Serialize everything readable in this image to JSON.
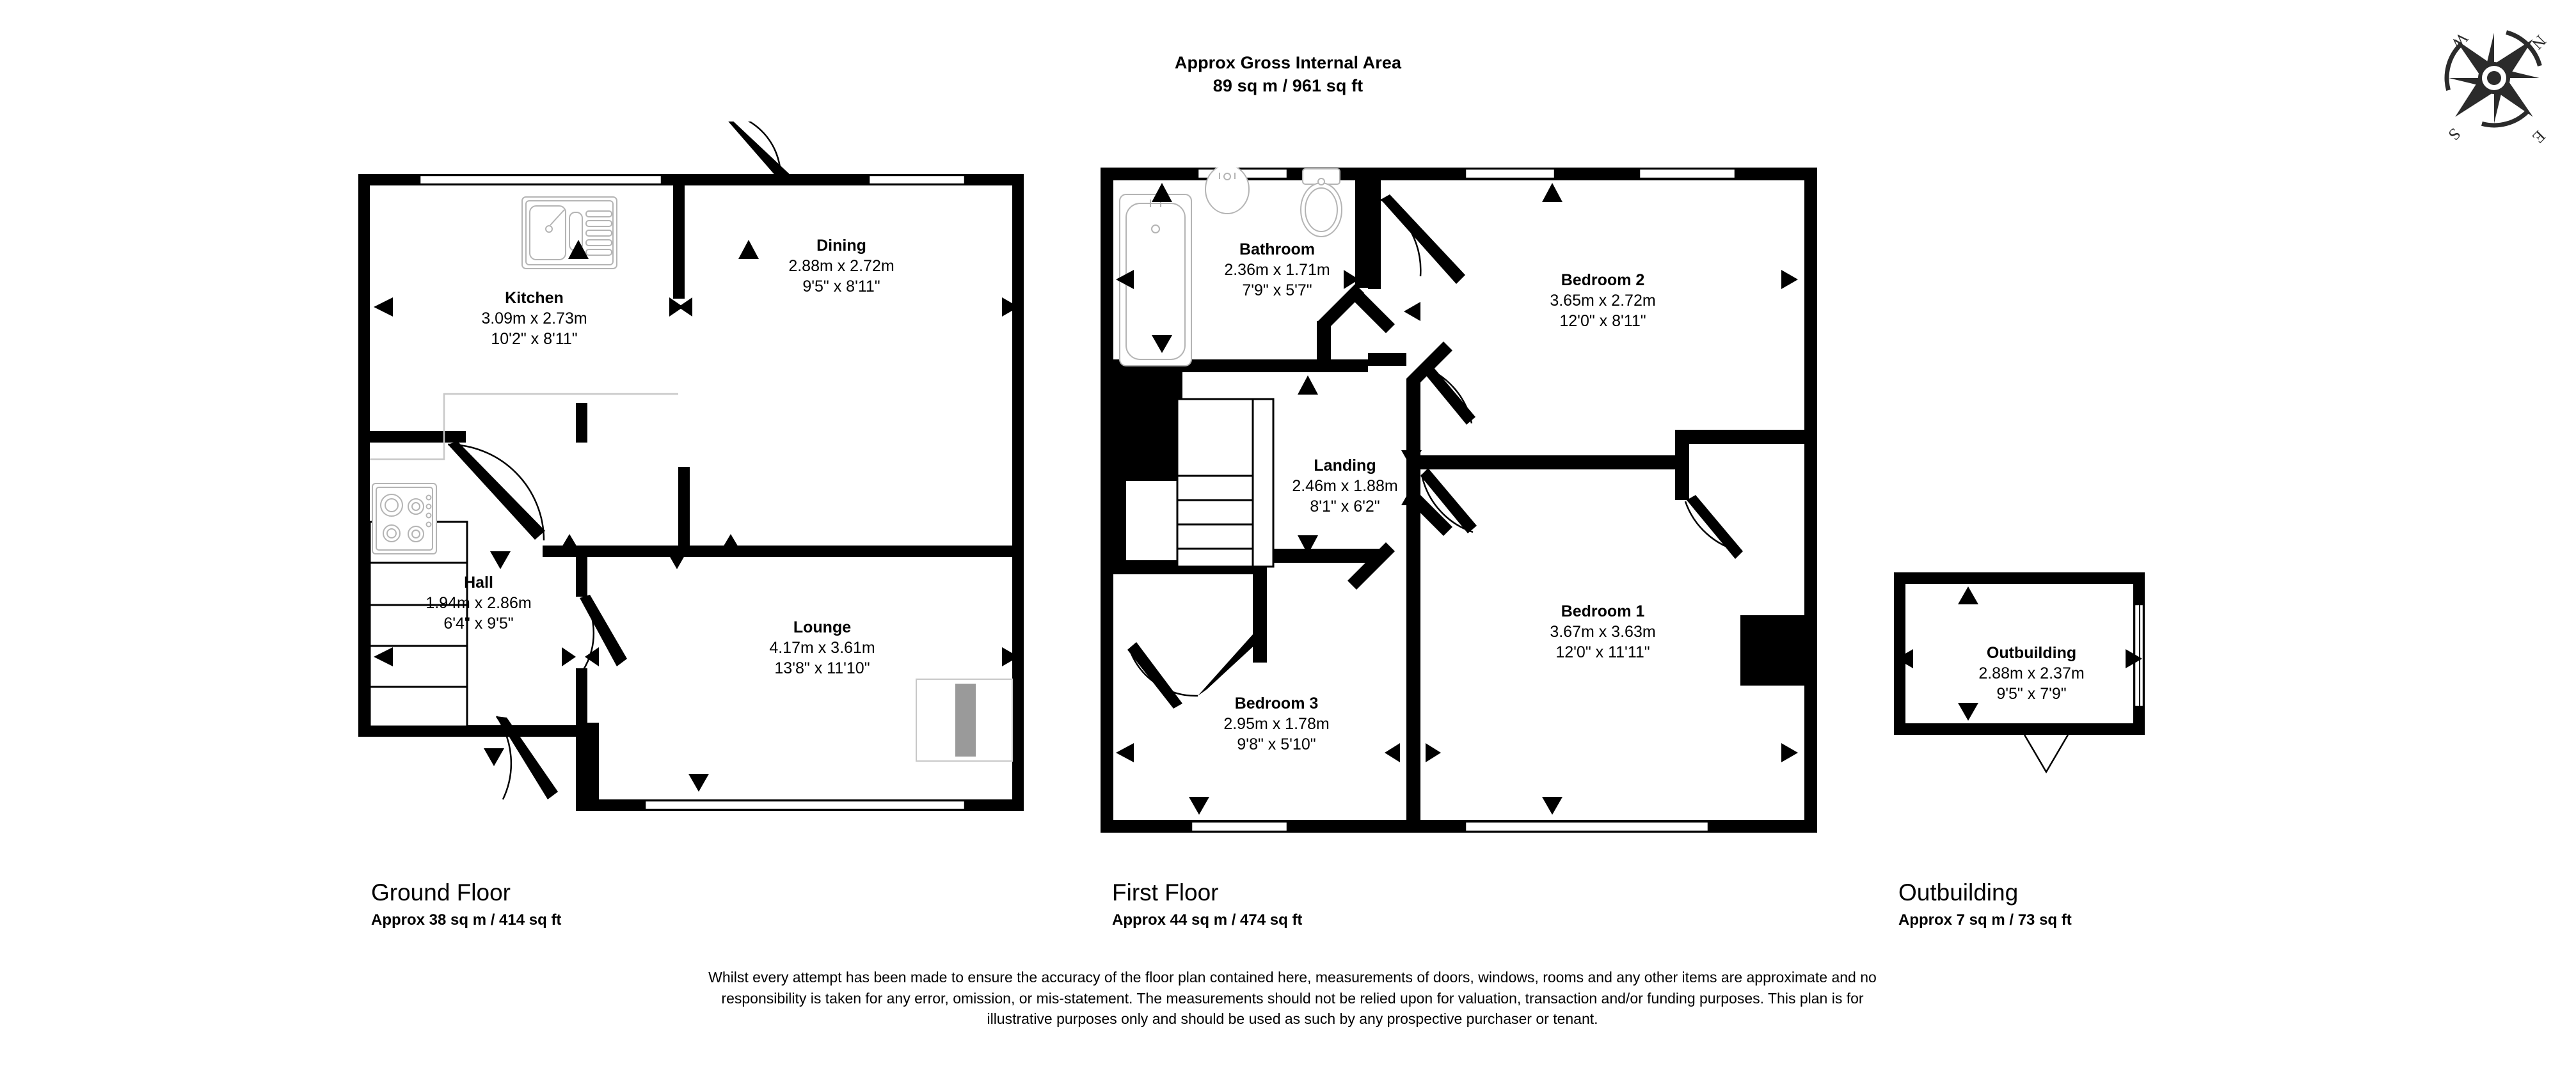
{
  "header": {
    "gross_area_title": "Approx Gross Internal Area",
    "gross_area_value": "89 sq m / 961 sq ft"
  },
  "compass": {
    "north_label": "N",
    "east_label": "E",
    "south_label": "S",
    "west_label": "W",
    "icon": "compass-rose-icon"
  },
  "floors": [
    {
      "id": "ground",
      "title": "Ground Floor",
      "area": "Approx 38 sq m / 414 sq ft",
      "rooms": [
        {
          "name": "Kitchen",
          "dim_metric": "3.09m x 2.73m",
          "dim_imperial": "10'2\" x 8'11\""
        },
        {
          "name": "Dining",
          "dim_metric": "2.88m x 2.72m",
          "dim_imperial": "9'5\" x 8'11\""
        },
        {
          "name": "Hall",
          "dim_metric": "1.94m x 2.86m",
          "dim_imperial": "6'4\" x 9'5\""
        },
        {
          "name": "Lounge",
          "dim_metric": "4.17m x 3.61m",
          "dim_imperial": "13'8\" x 11'10\""
        }
      ]
    },
    {
      "id": "first",
      "title": "First Floor",
      "area": "Approx 44 sq m / 474 sq ft",
      "rooms": [
        {
          "name": "Bathroom",
          "dim_metric": "2.36m x 1.71m",
          "dim_imperial": "7'9\" x 5'7\""
        },
        {
          "name": "Bedroom 2",
          "dim_metric": "3.65m x 2.72m",
          "dim_imperial": "12'0\" x 8'11\""
        },
        {
          "name": "Landing",
          "dim_metric": "2.46m x 1.88m",
          "dim_imperial": "8'1\" x 6'2\""
        },
        {
          "name": "Bedroom 1",
          "dim_metric": "3.67m x 3.63m",
          "dim_imperial": "12'0\" x 11'11\""
        },
        {
          "name": "Bedroom 3",
          "dim_metric": "2.95m x 1.78m",
          "dim_imperial": "9'8\" x 5'10\""
        }
      ]
    },
    {
      "id": "outbuilding",
      "title": "Outbuilding",
      "area": "Approx 7 sq m / 73 sq ft",
      "rooms": [
        {
          "name": "Outbuilding",
          "dim_metric": "2.88m x 2.37m",
          "dim_imperial": "9'5\" x 7'9\""
        }
      ]
    }
  ],
  "disclaimer": "Whilst every attempt has been made to ensure the accuracy of the floor plan contained here, measurements of doors, windows, rooms and any other items are approximate and no responsibility is taken for any error, omission, or mis-statement. The measurements should not be relied upon for valuation, transaction and/or funding purposes. This plan is for illustrative purposes only and should be used as such by any prospective purchaser or tenant.",
  "colors": {
    "wall": "#000000",
    "background": "#ffffff",
    "fixture_outline": "#b4b4b4",
    "fireplace": "#9a9a9a"
  }
}
